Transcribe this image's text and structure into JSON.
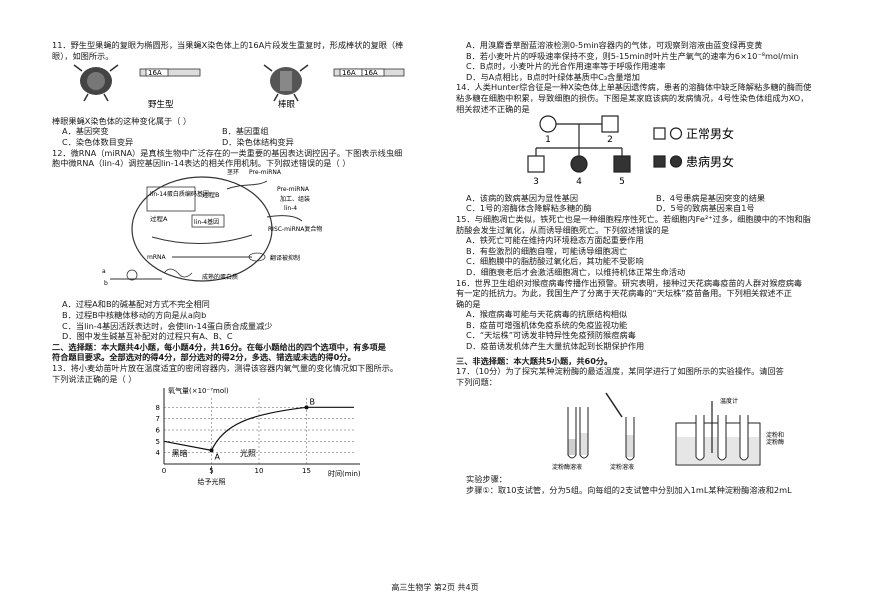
{
  "footer": "高三生物学  第2页  共4页",
  "left": {
    "q11": {
      "lines": [
        "11．野生型果蝇的复眼为椭圆形，当果蝇X染色体上的16A片段发生重复时，形成棒状的复眼（棒",
        "眼），如图所示。"
      ],
      "label_wild": "野生型",
      "label_bar": "棒眼",
      "seg": "16A",
      "stem": "棒眼果蝇X染色体的这种变化属于（    ）",
      "options": [
        "A．基因突变",
        "B．基因重组",
        "C．染色体数目变异",
        "D．染色体结构变异"
      ]
    },
    "q12": {
      "lines": [
        "12．微RNA（miRNA）是真核生物中广泛存在的一类重要的基因表达调控因子。下图表示线虫细",
        "胞中微RNA（lin-4）调控基因lin-14表达的相关作用机制。下列叙述错误的是（    ）"
      ],
      "diagram": {
        "pre_mirna": "Pre-miRNA",
        "loop": "茎环",
        "process_a_label": "过程A",
        "process_b_label": "过程B",
        "lin14": "lin-14蛋白质编码基因",
        "lin4": "lin-4基因",
        "cleave": "加工、组装",
        "lin4_small": "lin-4",
        "risc": "RISC-miRNA复合物",
        "mrna": "mRNA",
        "inhibit": "翻译被抑制",
        "protein": "成熟的蛋白质",
        "a_text": "a",
        "b_text": "b"
      },
      "options": [
        "A．过程A和B的碱基配对方式不完全相同",
        "B．过程B中核糖体移动的方向是从a向b",
        "C．当lin-4基因活跃表达时，会使lin-14蛋白质合成量减少",
        "D．图中发生碱基互补配对的过程只有A、B、C"
      ]
    },
    "section2": [
      "二、选择题：本大题共4小题，每小题4分，共16分。在每小题给出的四个选项中，有多项是",
      "符合题目要求。全部选对的得4分，部分选对的得2分，多选、错选或未选的得0分。"
    ],
    "q13": {
      "lines": [
        "13．将小麦幼苗叶片放在温度适宜的密闭容器内，测得该容器内氧气量的变化情况如下图所示。",
        "下列说法正确的是（    ）"
      ]
    }
  },
  "chart_data": {
    "type": "line",
    "ylabel": "氧气量(×10⁻⁷mol)",
    "xlabel": "时间(min)",
    "x_ticks": [
      "0",
      "5",
      "10",
      "15"
    ],
    "y_ticks": [
      "4",
      "5",
      "6",
      "7",
      "8"
    ],
    "xlim": [
      0,
      20
    ],
    "ylim": [
      3,
      9
    ],
    "series": [
      {
        "x": [
          0,
          5,
          10,
          15
        ],
        "y": [
          5,
          4.2,
          7,
          8
        ]
      }
    ],
    "points": [
      {
        "label": "A",
        "x": 5,
        "y": 4.2
      },
      {
        "label": "B",
        "x": 15,
        "y": 8
      }
    ],
    "region_dark": "黑暗",
    "region_light": "光照",
    "annotation": "给予光照"
  },
  "right": {
    "q13_options": [
      "A．用溴麝香草酚蓝溶液检测0-5min容器内的气体，可观察到溶液由蓝变绿再变黄",
      "B．若小麦叶片的呼吸速率保持不变，则5-15min时叶片生产氧气的速率为6×10⁻⁸mol/min",
      "C．B点时，小麦叶片的光合作用速率等于呼吸作用速率",
      "D．与A点相比，B点时叶绿体基质中C₃含量增加"
    ],
    "q14": {
      "lines": [
        "14．人类Hunter综合征是一种X染色体上单基因遗传病，患者的溶酶体中缺乏降解粘多糖的酶而使",
        "粘多糖在细胞中积累，导致细胞的损伤。下图是某家庭该病的发病情况，4号性染色体组成为XO，",
        "相关叙述不正确的是"
      ],
      "pedigree": {
        "n1": "1",
        "n2": "2",
        "n3": "3",
        "n4": "4",
        "n5": "5",
        "legend_normal": "正常男女",
        "legend_affected": "患病男女"
      },
      "options": [
        "A．该病的致病基因为显性基因",
        "B．4号患病是基因突变的结果",
        "C．1号的溶酶体含降解粘多糖的酶",
        "D．5号的致病基因来自1号"
      ]
    },
    "q15": {
      "lines": [
        "15．与细胞凋亡类似，铁死亡也是一种细胞程序性死亡。若细胞内Fe²⁺过多，细胞膜中的不饱和脂",
        "肪酸会发生过氧化，从而诱导细胞死亡。下列叙述错误的是"
      ],
      "options": [
        "A．铁死亡可能在维持内环境稳态方面起重要作用",
        "B．有些激烈的细胞自噬，可能诱导细胞凋亡",
        "C．细胞膜中的脂肪酸过氧化后，其功能不受影响",
        "D．细胞衰老后才会激活细胞凋亡，以维持机体正常生命活动"
      ]
    },
    "q16": {
      "lines": [
        "16．世界卫生组织对猴痘病毒传播作出预警。研究表明，接种过天花病毒疫苗的人群对猴痘病毒",
        "有一定的抵抗力。为此，我国生产了分离于天花病毒的“天坛株”疫苗备用。下列相关叙述不正",
        "确的是"
      ],
      "options": [
        "A．猴痘病毒可能与天花病毒的抗原结构相似",
        "B．疫苗可增强机体免疫系统的免疫监视功能",
        "C．“天坛株”可诱发非特异性免疫预防猴痘病毒",
        "D．疫苗诱发机体产生大量抗体起到长期保护作用"
      ]
    },
    "section3": "三、非选择题：本大题共5小题，共60分。",
    "q17": {
      "lines": [
        "17．（10分）为了探究某种淀粉酶的最适温度，某同学进行了如图所示的实验操作。请回答",
        "下列问题："
      ],
      "labels": {
        "t1": "淀粉酶溶液\n1mL",
        "t2": "淀粉溶液\n2mL",
        "thermo": "温度计",
        "mix": "淀粉和\n淀粉酶"
      },
      "steps_title": "实验步骤：",
      "step1": "步骤①：取10支试管，分为5组。向每组的2支试管中分别加入1mL某种淀粉酶溶液和2mL"
    }
  }
}
